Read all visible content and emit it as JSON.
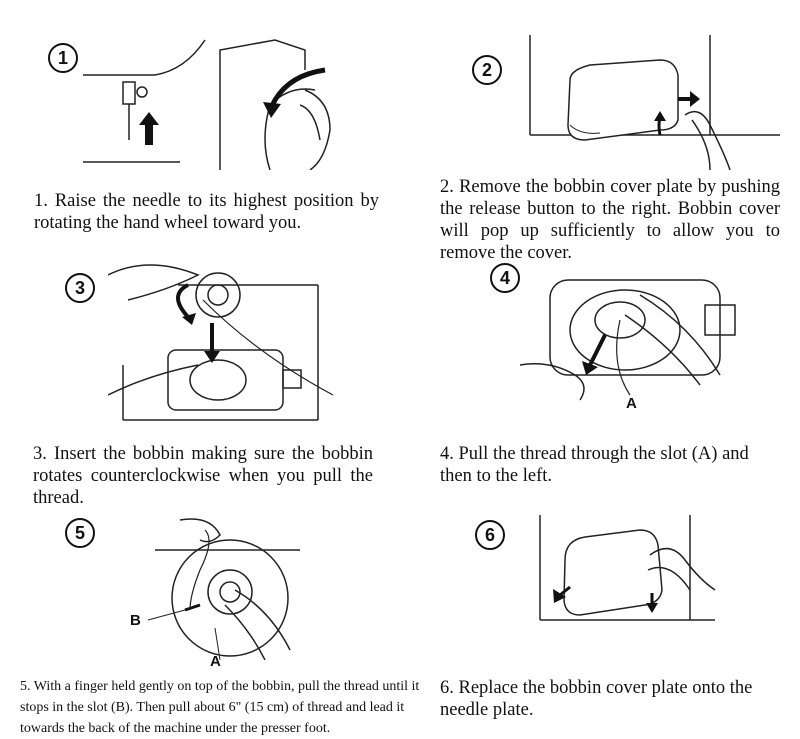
{
  "steps": [
    {
      "number": "1",
      "caption": "1. Raise the needle to its highest position by rotating the hand wheel toward you."
    },
    {
      "number": "2",
      "caption": "2. Remove the bobbin cover plate by pushing the release button to the right. Bobbin cover will pop up sufficiently to allow you to remove the cover."
    },
    {
      "number": "3",
      "caption": "3. Insert the bobbin making sure the bobbin rotates counterclockwise when you pull the thread."
    },
    {
      "number": "4",
      "caption": "4. Pull the thread through the slot (A) and then to the left.",
      "labels": {
        "a": "A"
      }
    },
    {
      "number": "5",
      "caption": "5. With a finger held gently on top of the bobbin, pull the thread until it stops in the slot (B). Then pull about 6\" (15 cm) of thread and lead it towards the back of the machine under the presser foot.",
      "labels": {
        "a": "A",
        "b": "B"
      }
    },
    {
      "number": "6",
      "caption": "6. Replace the bobbin cover plate onto the needle plate."
    }
  ]
}
